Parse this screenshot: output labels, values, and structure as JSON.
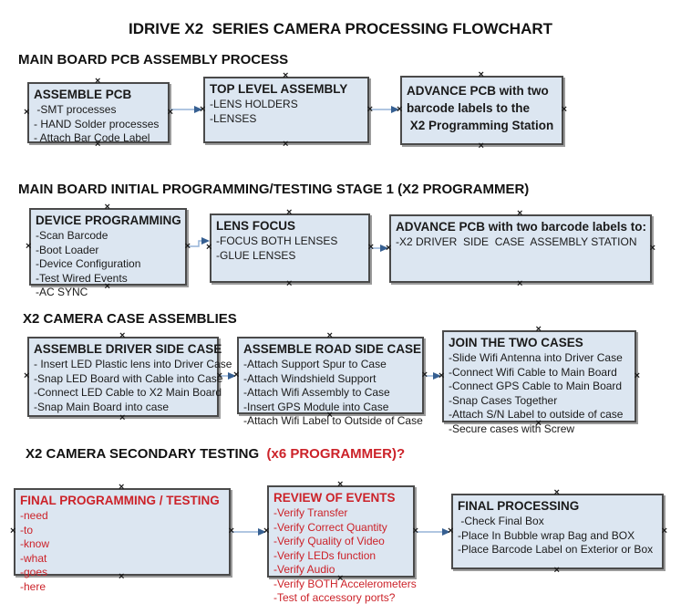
{
  "title": "IDRIVE X2  SERIES CAMERA PROCESSING FLOWCHART",
  "colors": {
    "box_fill": "#dce6f1",
    "box_border": "#4a4a4a",
    "box_shadow": "#9b9b9b",
    "arrow_line": "#95b3d7",
    "arrow_head": "#365f91",
    "red_text": "#cc2229",
    "black_text": "#1a1a1a"
  },
  "sections": [
    {
      "heading": "MAIN BOARD PCB ASSEMBLY PROCESS",
      "boxes": [
        {
          "title": "ASSEMBLE PCB",
          "items": [
            " -SMT processes",
            "- HAND Solder processes",
            "- Attach Bar Code Label"
          ]
        },
        {
          "title": "TOP LEVEL ASSEMBLY",
          "items": [
            "-LENS HOLDERS",
            "-LENSES"
          ]
        },
        {
          "bold_lines": [
            "ADVANCE PCB with two",
            "barcode labels to the",
            " X2 Programming Station"
          ]
        }
      ]
    },
    {
      "heading": "MAIN BOARD INITIAL PROGRAMMING/TESTING STAGE 1 (X2 PROGRAMMER)",
      "boxes": [
        {
          "title": "DEVICE PROGRAMMING",
          "items": [
            "-Scan Barcode",
            "-Boot Loader",
            "-Device Configuration",
            "-Test Wired Events",
            "-AC SYNC"
          ]
        },
        {
          "title": "LENS FOCUS",
          "items": [
            "-FOCUS BOTH LENSES",
            "-GLUE LENSES"
          ]
        },
        {
          "title": "ADVANCE PCB with two barcode labels to:",
          "items": [
            "-X2 DRIVER  SIDE  CASE  ASSEMBLY STATION"
          ]
        }
      ]
    },
    {
      "heading": "X2 CAMERA CASE ASSEMBLIES",
      "boxes": [
        {
          "title": "ASSEMBLE DRIVER SIDE CASE",
          "items": [
            "- Insert LED Plastic lens into Driver Case",
            "-Snap LED Board with Cable into Case",
            "-Connect LED Cable to X2 Main Board",
            "-Snap Main Board into case"
          ]
        },
        {
          "title": "ASSEMBLE ROAD SIDE CASE",
          "items": [
            "-Attach Support Spur to Case",
            "-Attach Windshield Support",
            "-Attach Wifi Assembly to Case",
            "-Insert GPS Module into Case",
            "-Attach Wifi Label to Outside of Case"
          ]
        },
        {
          "title": "JOIN THE TWO CASES",
          "items": [
            "-Slide Wifi Antenna into Driver Case",
            "-Connect Wifi Cable to Main Board",
            "-Connect GPS Cable to Main Board",
            "-Snap Cases Together",
            "-Attach S/N Label to outside of case",
            "-Secure cases with Screw"
          ]
        }
      ]
    },
    {
      "heading": "X2 CAMERA SECONDARY TESTING  ",
      "heading_red": "(x6 PROGRAMMER)?",
      "boxes": [
        {
          "title": "FINAL PROGRAMMING / TESTING",
          "items": [
            "-need",
            "-to",
            "-know",
            "-what",
            "-goes",
            "-here"
          ]
        },
        {
          "title": "REVIEW OF EVENTS",
          "items": [
            "-Verify Transfer",
            "-Verify Correct Quantity",
            "-Verify Quality of Video",
            "-Verify LEDs function",
            "-Verify Audio",
            "-Verify BOTH Accelerometers",
            "-Test of accessory ports?"
          ]
        },
        {
          "title": "FINAL PROCESSING",
          "items": [
            " -Check Final Box",
            "-Place In Bubble wrap Bag and BOX",
            "-Place Barcode Label on Exterior or Box"
          ]
        }
      ]
    }
  ]
}
